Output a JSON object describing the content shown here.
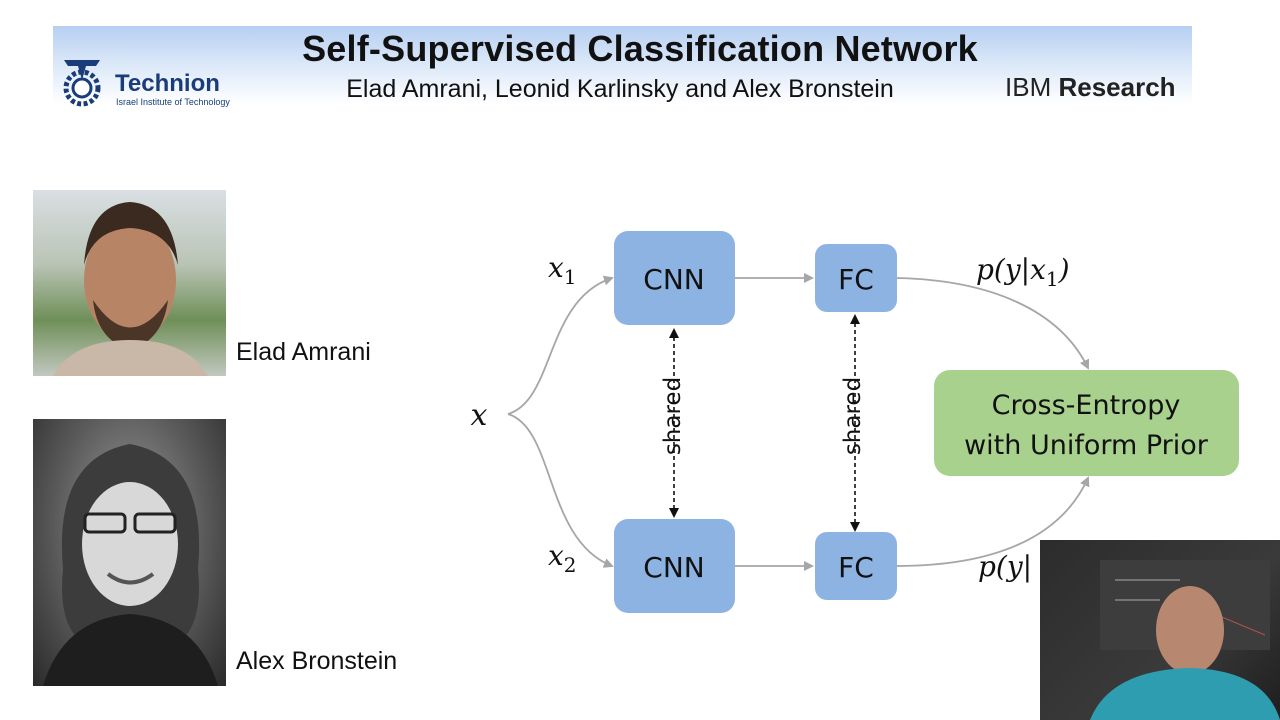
{
  "header": {
    "title": "Self-Supervised Classification Network",
    "authors": "Elad Amrani, Leonid Karlinsky and Alex Bronstein",
    "technion_name": "Technion",
    "technion_subtitle": "Israel Institute of Technology",
    "ibm_light": "IBM",
    "ibm_bold": "Research"
  },
  "people": [
    {
      "name": "Elad Amrani"
    },
    {
      "name": "Alex Bronstein"
    }
  ],
  "diagram": {
    "input_label": "x",
    "x1_base": "x",
    "x1_sub": "1",
    "x2_base": "x",
    "x2_sub": "2",
    "cnn_top": "CNN",
    "cnn_bottom": "CNN",
    "fc_top": "FC",
    "fc_bottom": "FC",
    "shared_left": "shared",
    "shared_right": "shared",
    "p_top_pre": "p(y|",
    "p_top_var": "x",
    "p_top_sub": "1",
    "p_top_post": ")",
    "p_bottom_partial": "p(y|",
    "loss_line1": "Cross-Entropy",
    "loss_line2": "with Uniform Prior"
  },
  "colors": {
    "box_blue": "#8db3e2",
    "box_green": "#a9d18e",
    "arrow_gray": "#a6a6a6",
    "logo_blue": "#1a3d7a"
  }
}
